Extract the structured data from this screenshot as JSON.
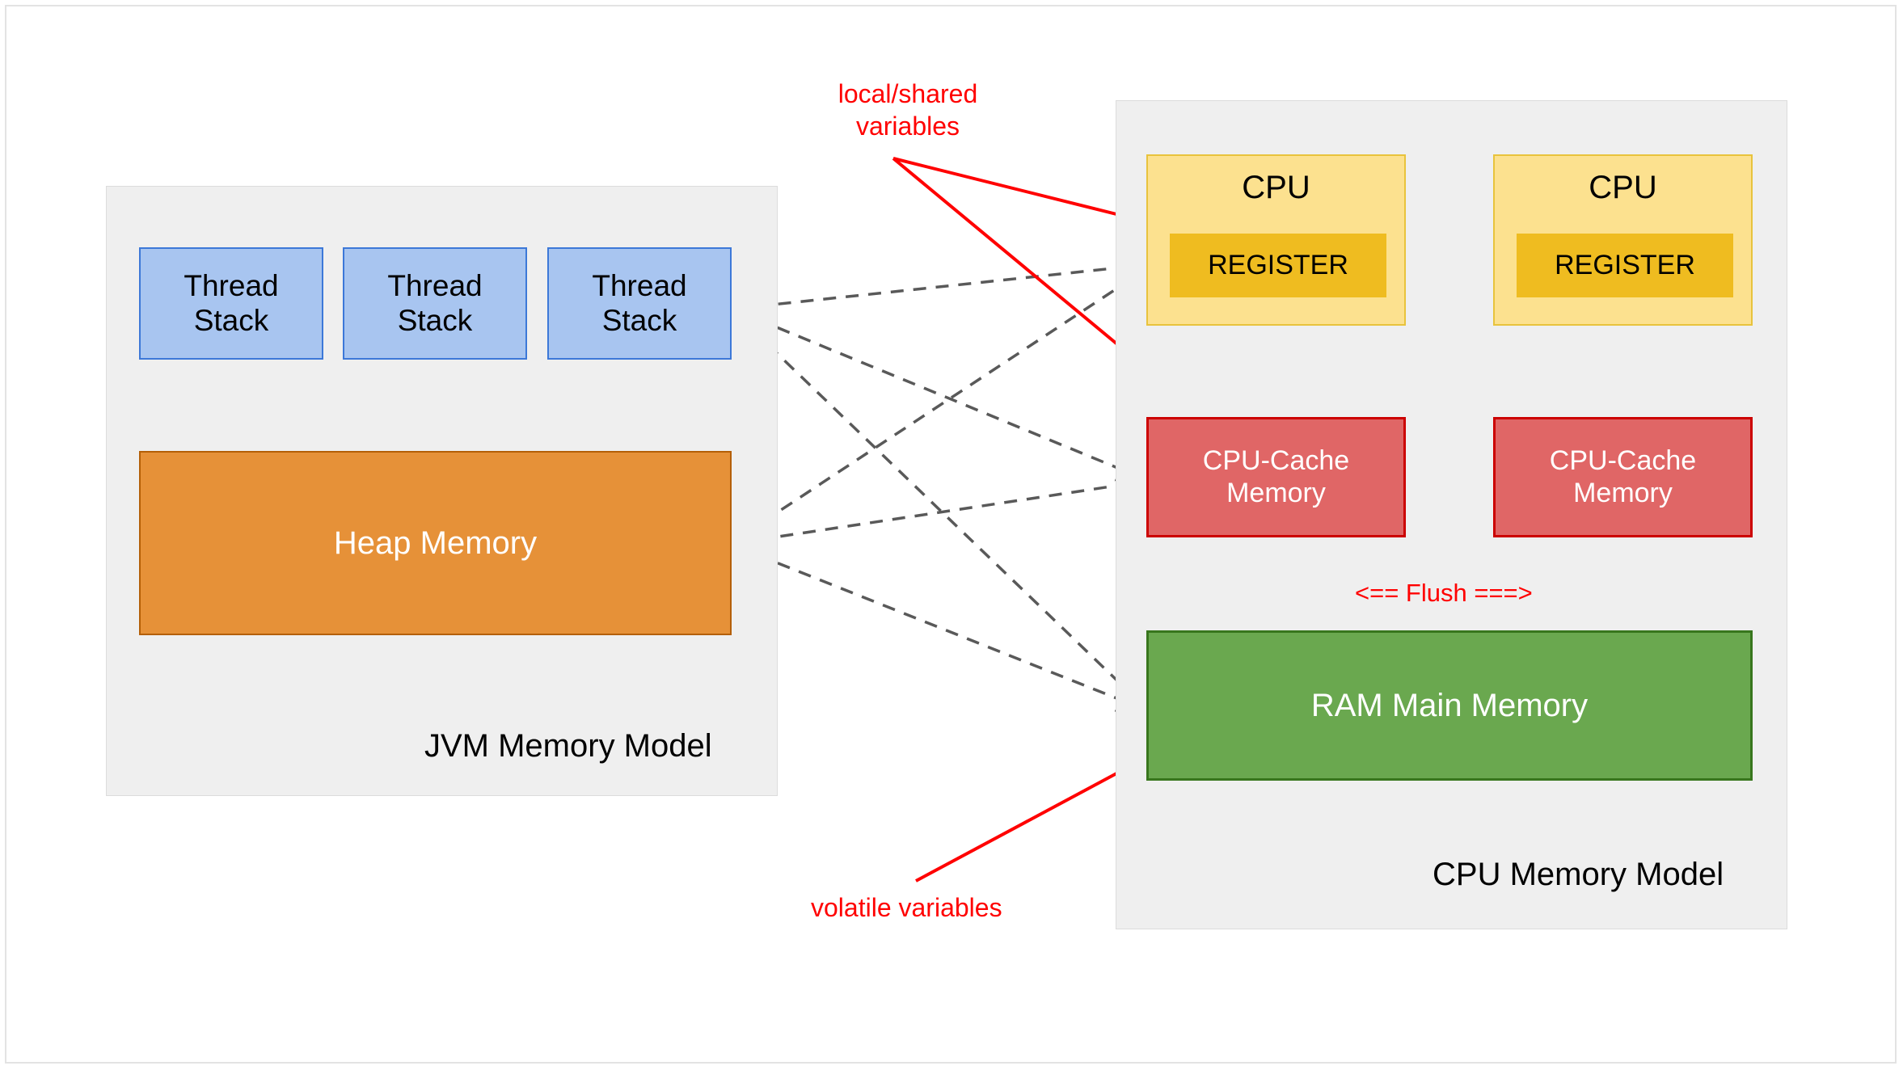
{
  "diagram": {
    "title": "JVM Memory Model and CPU Memory Model",
    "colors": {
      "thread_stack_fill": "#a8c5f0",
      "thread_stack_stroke": "#3c78d8",
      "heap_fill": "#e69138",
      "heap_stroke": "#b45f06",
      "cpu_fill": "#fce18f",
      "cpu_stroke": "#e8c33c",
      "register_fill": "#efbc20",
      "cache_fill": "#e06666",
      "cache_stroke": "#cc0000",
      "ram_fill": "#6aa84f",
      "ram_stroke": "#38761d",
      "group_fill": "#efefef",
      "group_stroke": "#dcdcdc",
      "annotation_red": "#ff0000",
      "dashed_arrow_gray": "#595959",
      "solid_arrow_gray": "#666666"
    }
  },
  "jvm_group": {
    "label": "JVM Memory Model",
    "thread_stacks": [
      {
        "label": "Thread\nStack"
      },
      {
        "label": "Thread\nStack"
      },
      {
        "label": "Thread\nStack"
      }
    ],
    "heap": {
      "label": "Heap Memory"
    }
  },
  "cpu_group": {
    "label": "CPU Memory Model",
    "flush_label": "<== Flush ===>",
    "cores": [
      {
        "cpu_label": "CPU",
        "register_label": "REGISTER",
        "cache_label": "CPU-Cache\nMemory"
      },
      {
        "cpu_label": "CPU",
        "register_label": "REGISTER",
        "cache_label": "CPU-Cache\nMemory"
      }
    ],
    "ram": {
      "label": "RAM Main Memory"
    }
  },
  "annotations": [
    {
      "id": "local-shared",
      "text": "local/shared\nvariables"
    },
    {
      "id": "volatile",
      "text": "volatile variables"
    }
  ]
}
